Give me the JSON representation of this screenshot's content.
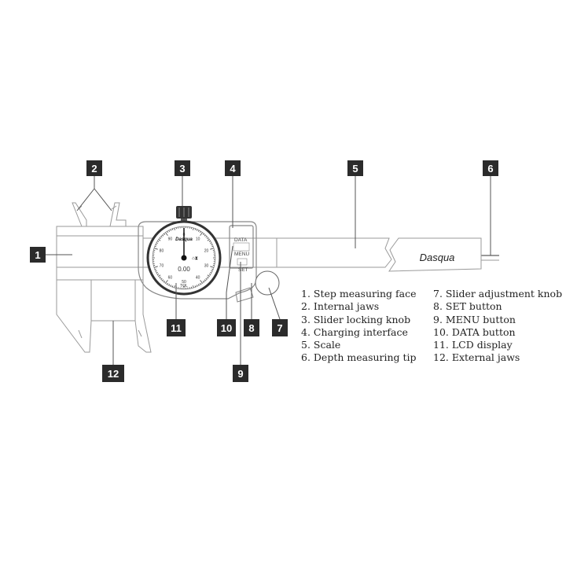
{
  "callouts": [
    "2",
    "3",
    "4",
    "5",
    "6",
    "1",
    "11",
    "10",
    "8",
    "7",
    "9",
    "12"
  ],
  "brand": "Dasqua",
  "dial": {
    "logo": "Dasqua",
    "readout": "0.00",
    "tol_label": "TOL",
    "scale_numbers": [
      "0",
      "10",
      "20",
      "30",
      "40",
      "50",
      "60",
      "70",
      "80",
      "90"
    ]
  },
  "buttons": {
    "data": "DATA",
    "menu": "MENU",
    "set": "SET"
  },
  "legend_left": [
    "1. Step measuring face",
    "2. Internal jaws",
    "3. Slider locking knob",
    "4. Charging interface",
    "5. Scale",
    "6. Depth measuring tip"
  ],
  "legend_right": [
    "7. Slider adjustment knob",
    "8. SET button",
    "9. MENU button",
    "10. DATA button",
    "11. LCD display",
    "12. External jaws"
  ]
}
